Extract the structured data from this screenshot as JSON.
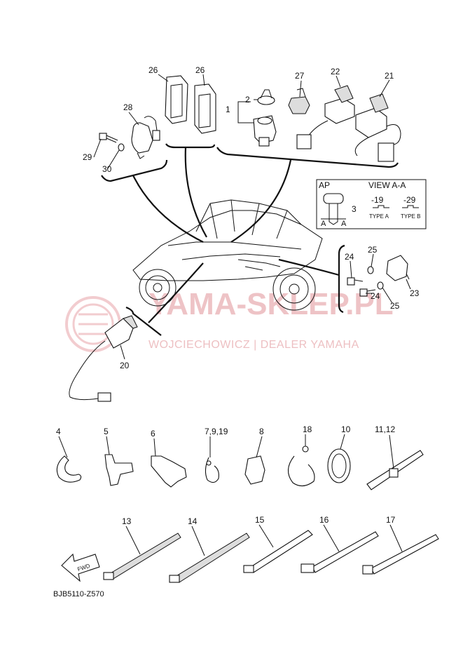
{
  "diagram": {
    "code": "BJB5110-Z570",
    "fwd_label": "FWD",
    "watermark": {
      "main": "YAMA-SKLEP.PL",
      "sub": "WOJCIECHOWICZ | DEALER YAMAHA"
    },
    "inset": {
      "ap": "AP",
      "view": "VIEW A-A",
      "col1": "-19",
      "col2": "-29",
      "type_a": "TYPE A",
      "type_b": "TYPE B",
      "section_mark_a": "A"
    },
    "callouts": {
      "p1": "1",
      "p2": "2",
      "p3": "3",
      "p4": "4",
      "p5": "5",
      "p6": "6",
      "p7_9_19": "7,9,19",
      "p8": "8",
      "p10": "10",
      "p11_12": "11,12",
      "p13": "13",
      "p14": "14",
      "p15": "15",
      "p16": "16",
      "p17": "17",
      "p18": "18",
      "p20": "20",
      "p21": "21",
      "p22": "22",
      "p23": "23",
      "p24": "24",
      "p25": "25",
      "p26": "26",
      "p27": "27",
      "p28": "28",
      "p29": "29",
      "p30": "30"
    },
    "colors": {
      "line": "#111111",
      "watermark": "#e9b0b3"
    }
  }
}
